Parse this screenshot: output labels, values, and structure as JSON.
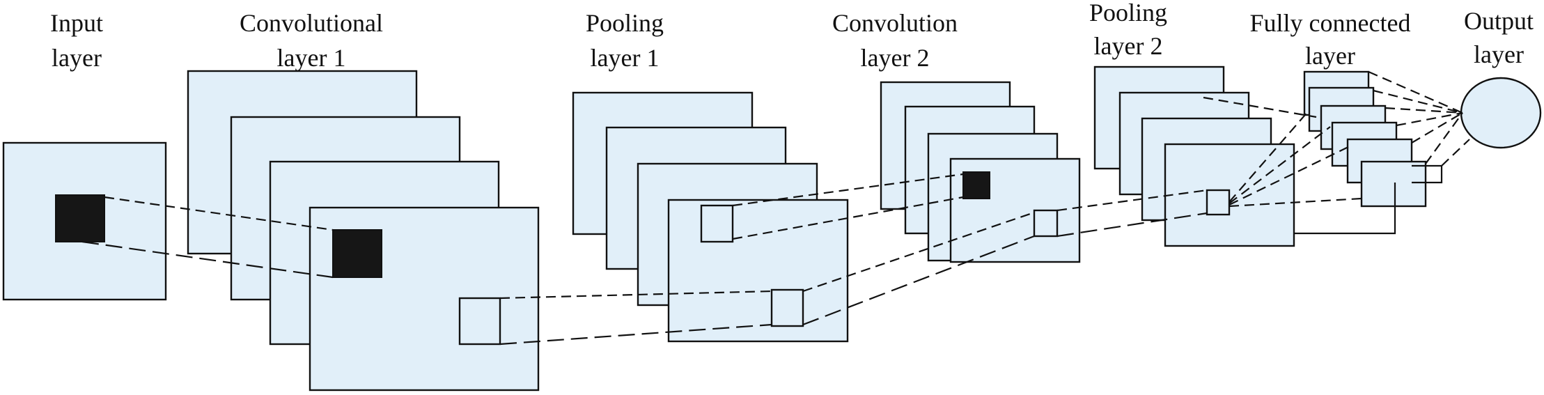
{
  "labels": {
    "input": [
      "Input",
      "layer"
    ],
    "conv1": [
      "Convolutional",
      "layer 1"
    ],
    "pool1": [
      "Pooling",
      "layer 1"
    ],
    "conv2": [
      "Convolution",
      "layer 2"
    ],
    "pool2": [
      "Pooling",
      "layer 2"
    ],
    "fc": [
      "Fully connected",
      "layer"
    ],
    "output": [
      "Output",
      "layer"
    ]
  },
  "colors": {
    "feature_map_fill": "#e1eff9",
    "stroke": "#111111",
    "filter_patch": "#161616",
    "background": "#ffffff"
  }
}
